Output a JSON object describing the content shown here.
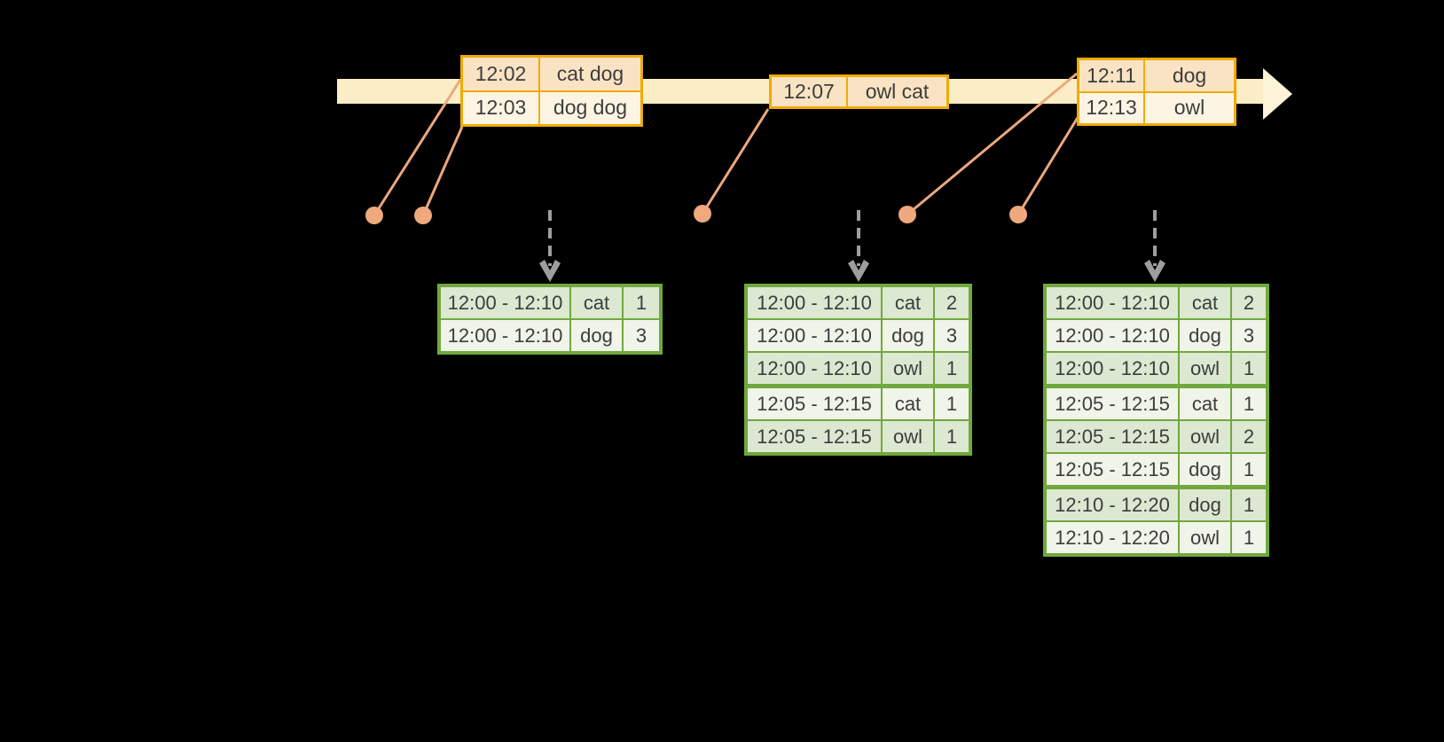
{
  "diagram": {
    "events": [
      {
        "rows": [
          {
            "time": "12:02",
            "words": "cat dog"
          },
          {
            "time": "12:03",
            "words": "dog dog"
          }
        ]
      },
      {
        "rows": [
          {
            "time": "12:07",
            "words": "owl cat"
          }
        ]
      },
      {
        "rows": [
          {
            "time": "12:11",
            "words": "dog"
          },
          {
            "time": "12:13",
            "words": "owl"
          }
        ]
      }
    ],
    "result_tables": [
      {
        "rows": [
          [
            "12:00 - 12:10",
            "cat",
            "1"
          ],
          [
            "12:00 - 12:10",
            "dog",
            "3"
          ]
        ],
        "group_breaks": []
      },
      {
        "rows": [
          [
            "12:00 - 12:10",
            "cat",
            "2"
          ],
          [
            "12:00 - 12:10",
            "dog",
            "3"
          ],
          [
            "12:00 - 12:10",
            "owl",
            "1"
          ],
          [
            "12:05 - 12:15",
            "cat",
            "1"
          ],
          [
            "12:05 - 12:15",
            "owl",
            "1"
          ]
        ],
        "group_breaks": [
          3
        ]
      },
      {
        "rows": [
          [
            "12:00 - 12:10",
            "cat",
            "2"
          ],
          [
            "12:00 - 12:10",
            "dog",
            "3"
          ],
          [
            "12:00 - 12:10",
            "owl",
            "1"
          ],
          [
            "12:05 - 12:15",
            "cat",
            "1"
          ],
          [
            "12:05 - 12:15",
            "owl",
            "2"
          ],
          [
            "12:05 - 12:15",
            "dog",
            "1"
          ],
          [
            "12:10 - 12:20",
            "dog",
            "1"
          ],
          [
            "12:10 - 12:20",
            "owl",
            "1"
          ]
        ],
        "group_breaks": [
          3,
          6
        ]
      }
    ],
    "colors": {
      "bg": "#000000",
      "band": "#fbeec6",
      "arrowhead": "#fdf3d8",
      "event_border": "#f0ab00",
      "event_row_primary": "#fae3c3",
      "event_row_secondary": "#fdf4e4",
      "connector": "#eda87d",
      "trigger_arrow": "#9e9e9e",
      "table_border": "#71a83d",
      "table_row_dark": "#dce8d1",
      "table_row_light": "#f0f4e9",
      "text": "#3d3d3d"
    }
  }
}
